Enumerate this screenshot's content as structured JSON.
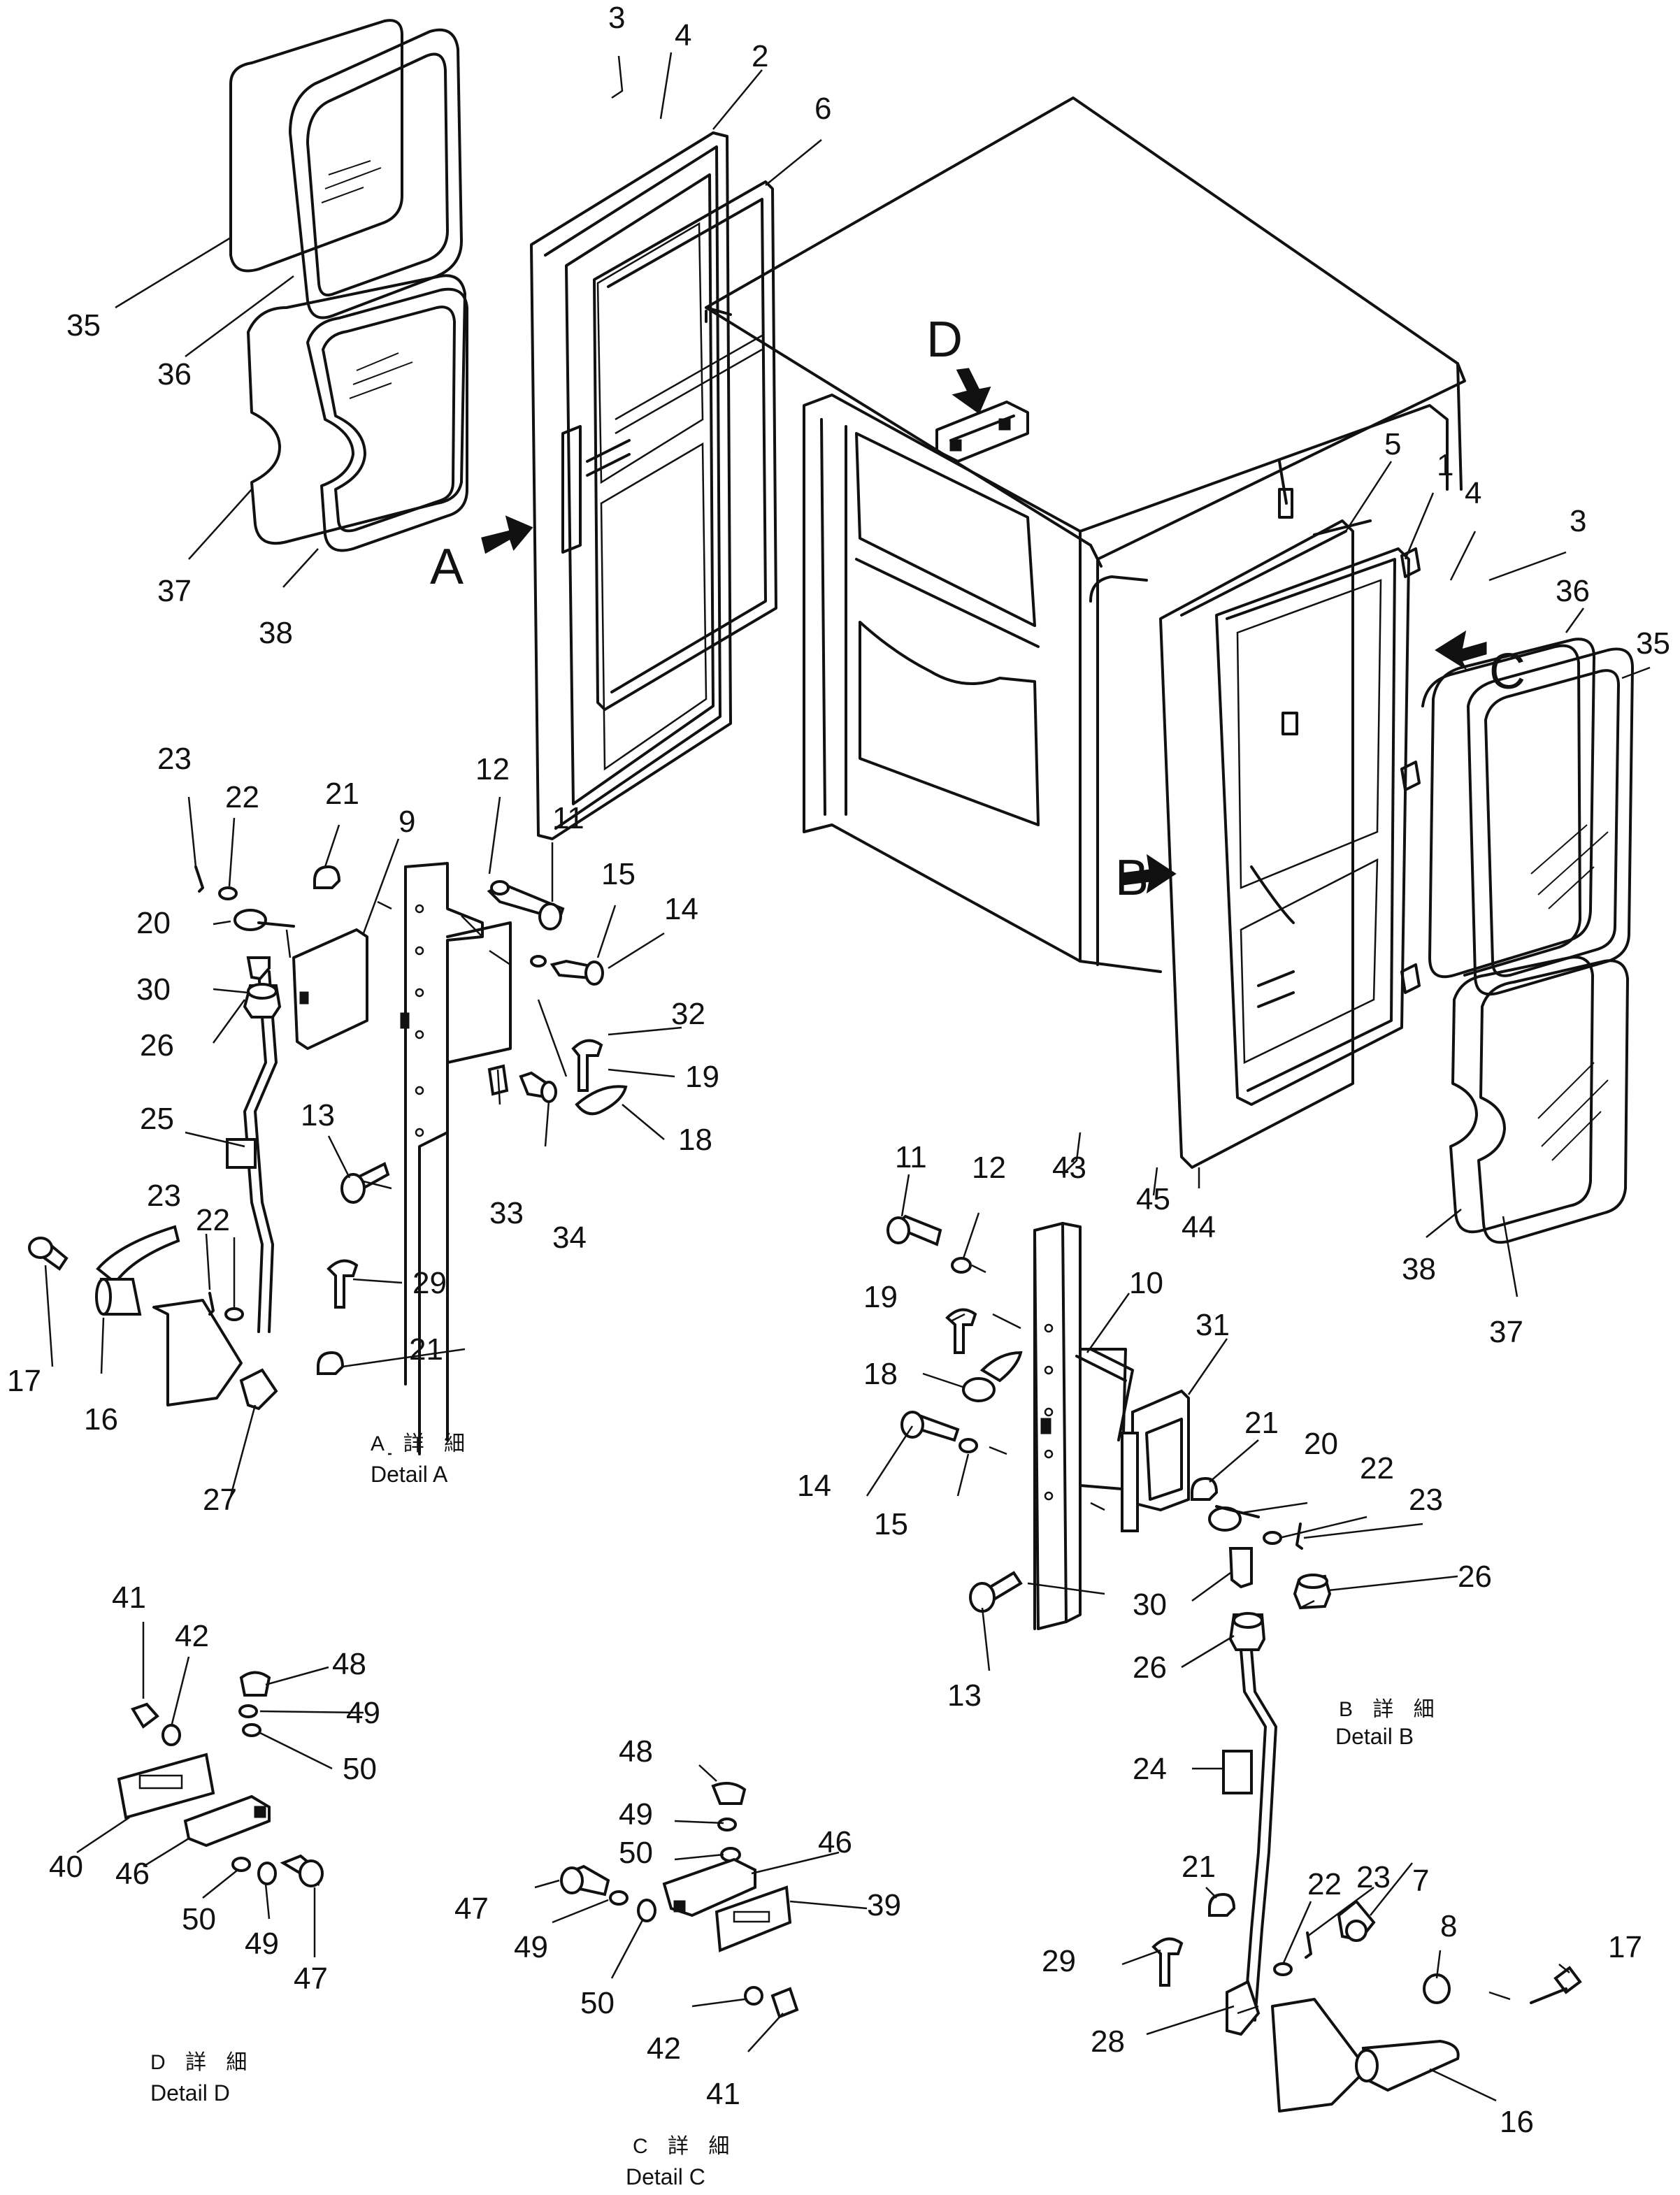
{
  "labels": {
    "n1": "1",
    "n2": "2",
    "n3": "3",
    "n3b": "3",
    "n4": "4",
    "n4b": "4",
    "n5": "5",
    "n6": "6",
    "n7": "7",
    "n8": "8",
    "n9": "9",
    "n10": "10",
    "n11": "11",
    "n11b": "11",
    "n12": "12",
    "n12b": "12",
    "n13": "13",
    "n13b": "13",
    "n14": "14",
    "n14b": "14",
    "n15": "15",
    "n15b": "15",
    "n16": "16",
    "n16b": "16",
    "n17": "17",
    "n17b": "17",
    "n18": "18",
    "n18b": "18",
    "n19": "19",
    "n19b": "19",
    "n20": "20",
    "n20b": "20",
    "n21": "21",
    "n21b": "21",
    "n21c": "21",
    "n21d": "21",
    "n22": "22",
    "n22b": "22",
    "n22c": "22",
    "n22d": "22",
    "n23": "23",
    "n23b": "23",
    "n23c": "23",
    "n23d": "23",
    "n24": "24",
    "n25": "25",
    "n26": "26",
    "n26b": "26",
    "n26c": "26",
    "n27": "27",
    "n28": "28",
    "n29": "29",
    "n29b": "29",
    "n30": "30",
    "n30b": "30",
    "n31": "31",
    "n32": "32",
    "n33": "33",
    "n34": "34",
    "n35": "35",
    "n35b": "35",
    "n36": "36",
    "n36b": "36",
    "n37": "37",
    "n37b": "37",
    "n38": "38",
    "n38b": "38",
    "n39": "39",
    "n40": "40",
    "n41": "41",
    "n41b": "41",
    "n42": "42",
    "n42b": "42",
    "n43": "43",
    "n44": "44",
    "n45": "45",
    "n46": "46",
    "n46b": "46",
    "n47": "47",
    "n47b": "47",
    "n48": "48",
    "n48b": "48",
    "n49": "49",
    "n49b": "49",
    "n49c": "49",
    "n49d": "49",
    "n50": "50",
    "n50b": "50",
    "n50c": "50",
    "n50d": "50"
  },
  "callouts": {
    "a": "A",
    "b": "B",
    "c": "C",
    "d": "D"
  },
  "details": {
    "a_jp": "A 詳 細",
    "a_en": "Detail  A",
    "b_jp": "B 詳 細",
    "b_en": "Detail  B",
    "c_jp": "C 詳 細",
    "c_en": "Detail  C",
    "d_jp": "D 詳 細",
    "d_en": "Detail  D"
  }
}
